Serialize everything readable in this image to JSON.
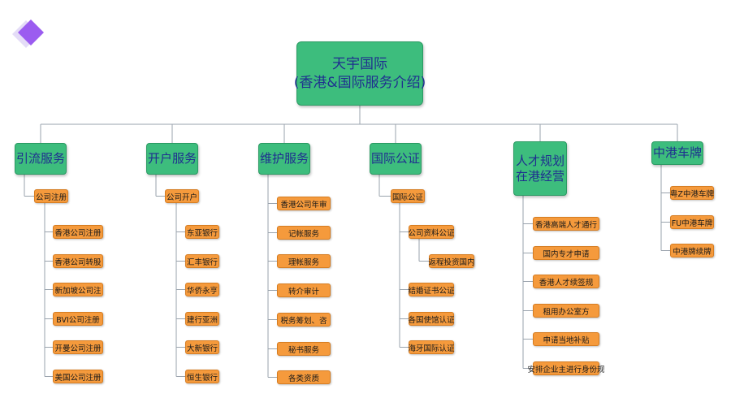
{
  "colors": {
    "category_fill": "#3dbd7d",
    "item_fill": "#f59a3c",
    "title_text": "#1f2f8f",
    "connector": "#9aa3ad"
  },
  "root": {
    "line1": "天宇国际",
    "line2": "(香港&国际服务介绍)"
  },
  "categories": [
    {
      "title": [
        "引流服务"
      ],
      "group": "公司注册",
      "items": [
        "香港公司注册",
        "香港公司转股",
        "新加坡公司注",
        "BVI公司注册",
        "开曼公司注册",
        "美国公司注册"
      ]
    },
    {
      "title": [
        "开户服务"
      ],
      "group": "公司开户",
      "items": [
        "东亚银行",
        "汇丰银行",
        "华侨永亨",
        "建行亚洲",
        "大新银行",
        "恒生银行"
      ]
    },
    {
      "title": [
        "维护服务"
      ],
      "items": [
        "香港公司年审",
        "记帐服务",
        "理帐服务",
        "转介审计",
        "税务筹划、咨",
        "秘书服务",
        "各类资质"
      ]
    },
    {
      "title": [
        "国际公证"
      ],
      "group": "国际公证",
      "items": [
        "公司资料公证",
        "结婚证书公证",
        "各国使馆认证",
        "海牙国际认证"
      ],
      "subgroup": {
        "parent_index": 0,
        "items": [
          "返程投资国内"
        ]
      }
    },
    {
      "title": [
        "人才规划",
        "在港经营"
      ],
      "items": [
        "香港高端人才通行",
        "国内专才申请",
        "香港人才续签规",
        "租用办公室方",
        "申请当地补贴",
        "安排企业主进行身份规"
      ]
    },
    {
      "title": [
        "中港车牌"
      ],
      "items": [
        "粤Z中港车牌",
        "FU中港车牌",
        "中港牌续牌"
      ]
    }
  ]
}
